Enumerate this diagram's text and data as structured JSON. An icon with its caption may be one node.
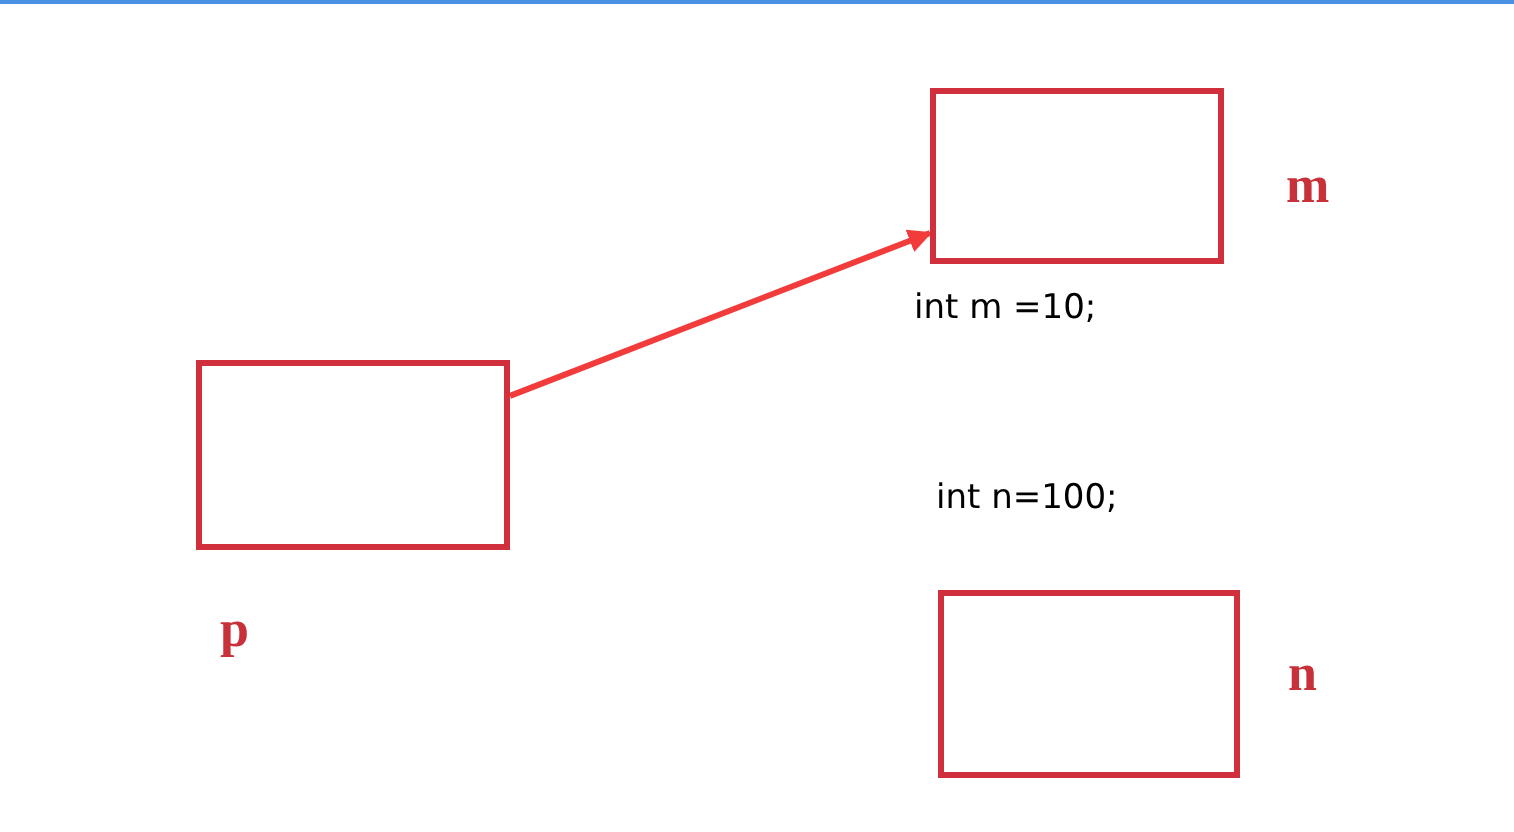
{
  "diagram": {
    "nodes": [
      {
        "text": [],
        "shape": "box",
        "beside": [
          "p"
        ]
      },
      {
        "text": [],
        "shape": "box",
        "beside": [
          "m"
        ]
      },
      {
        "text": [],
        "shape": "box",
        "beside": [
          "n"
        ]
      }
    ],
    "edges": [
      {
        "from": 0,
        "to": 1,
        "arrow": "to"
      }
    ],
    "labels": [
      "int m =10;",
      "int n=100;"
    ]
  }
}
